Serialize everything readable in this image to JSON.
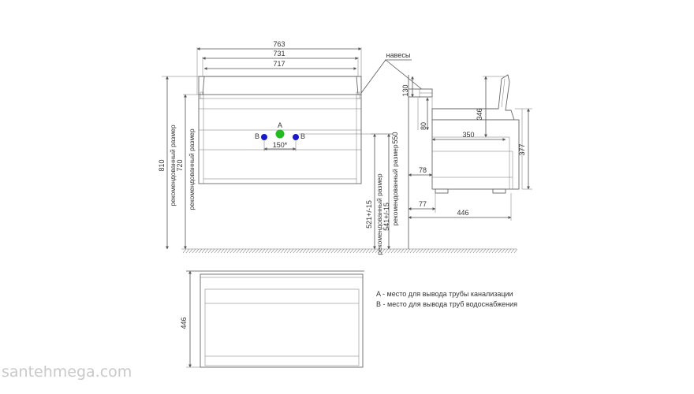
{
  "dims_front": {
    "w763": "763",
    "w731": "731",
    "w717": "717",
    "h810": "810",
    "h720": "720",
    "rec_left": "рекомендованный размер",
    "h521": "521+/-15",
    "h541": "541+/-15",
    "rec_right": "рекомендованный размер",
    "h550": "550",
    "spacing": "150*"
  },
  "points": {
    "a": "A",
    "b": "B"
  },
  "hangers_label": "навесы",
  "dims_side": {
    "d130": "130",
    "d80": "80",
    "d346": "346",
    "d350": "350",
    "d377": "377",
    "d78": "78",
    "d77": "77",
    "d446": "446"
  },
  "dims_top": {
    "d446": "446"
  },
  "legend": {
    "a": "A - место для вывода трубы канализации",
    "b": "B - место для вывода труб водоснабжения"
  },
  "watermark": "santehmega.com",
  "colors": {
    "point_a": "#22bb22",
    "point_b": "#1a1acc",
    "line": "#555555"
  }
}
